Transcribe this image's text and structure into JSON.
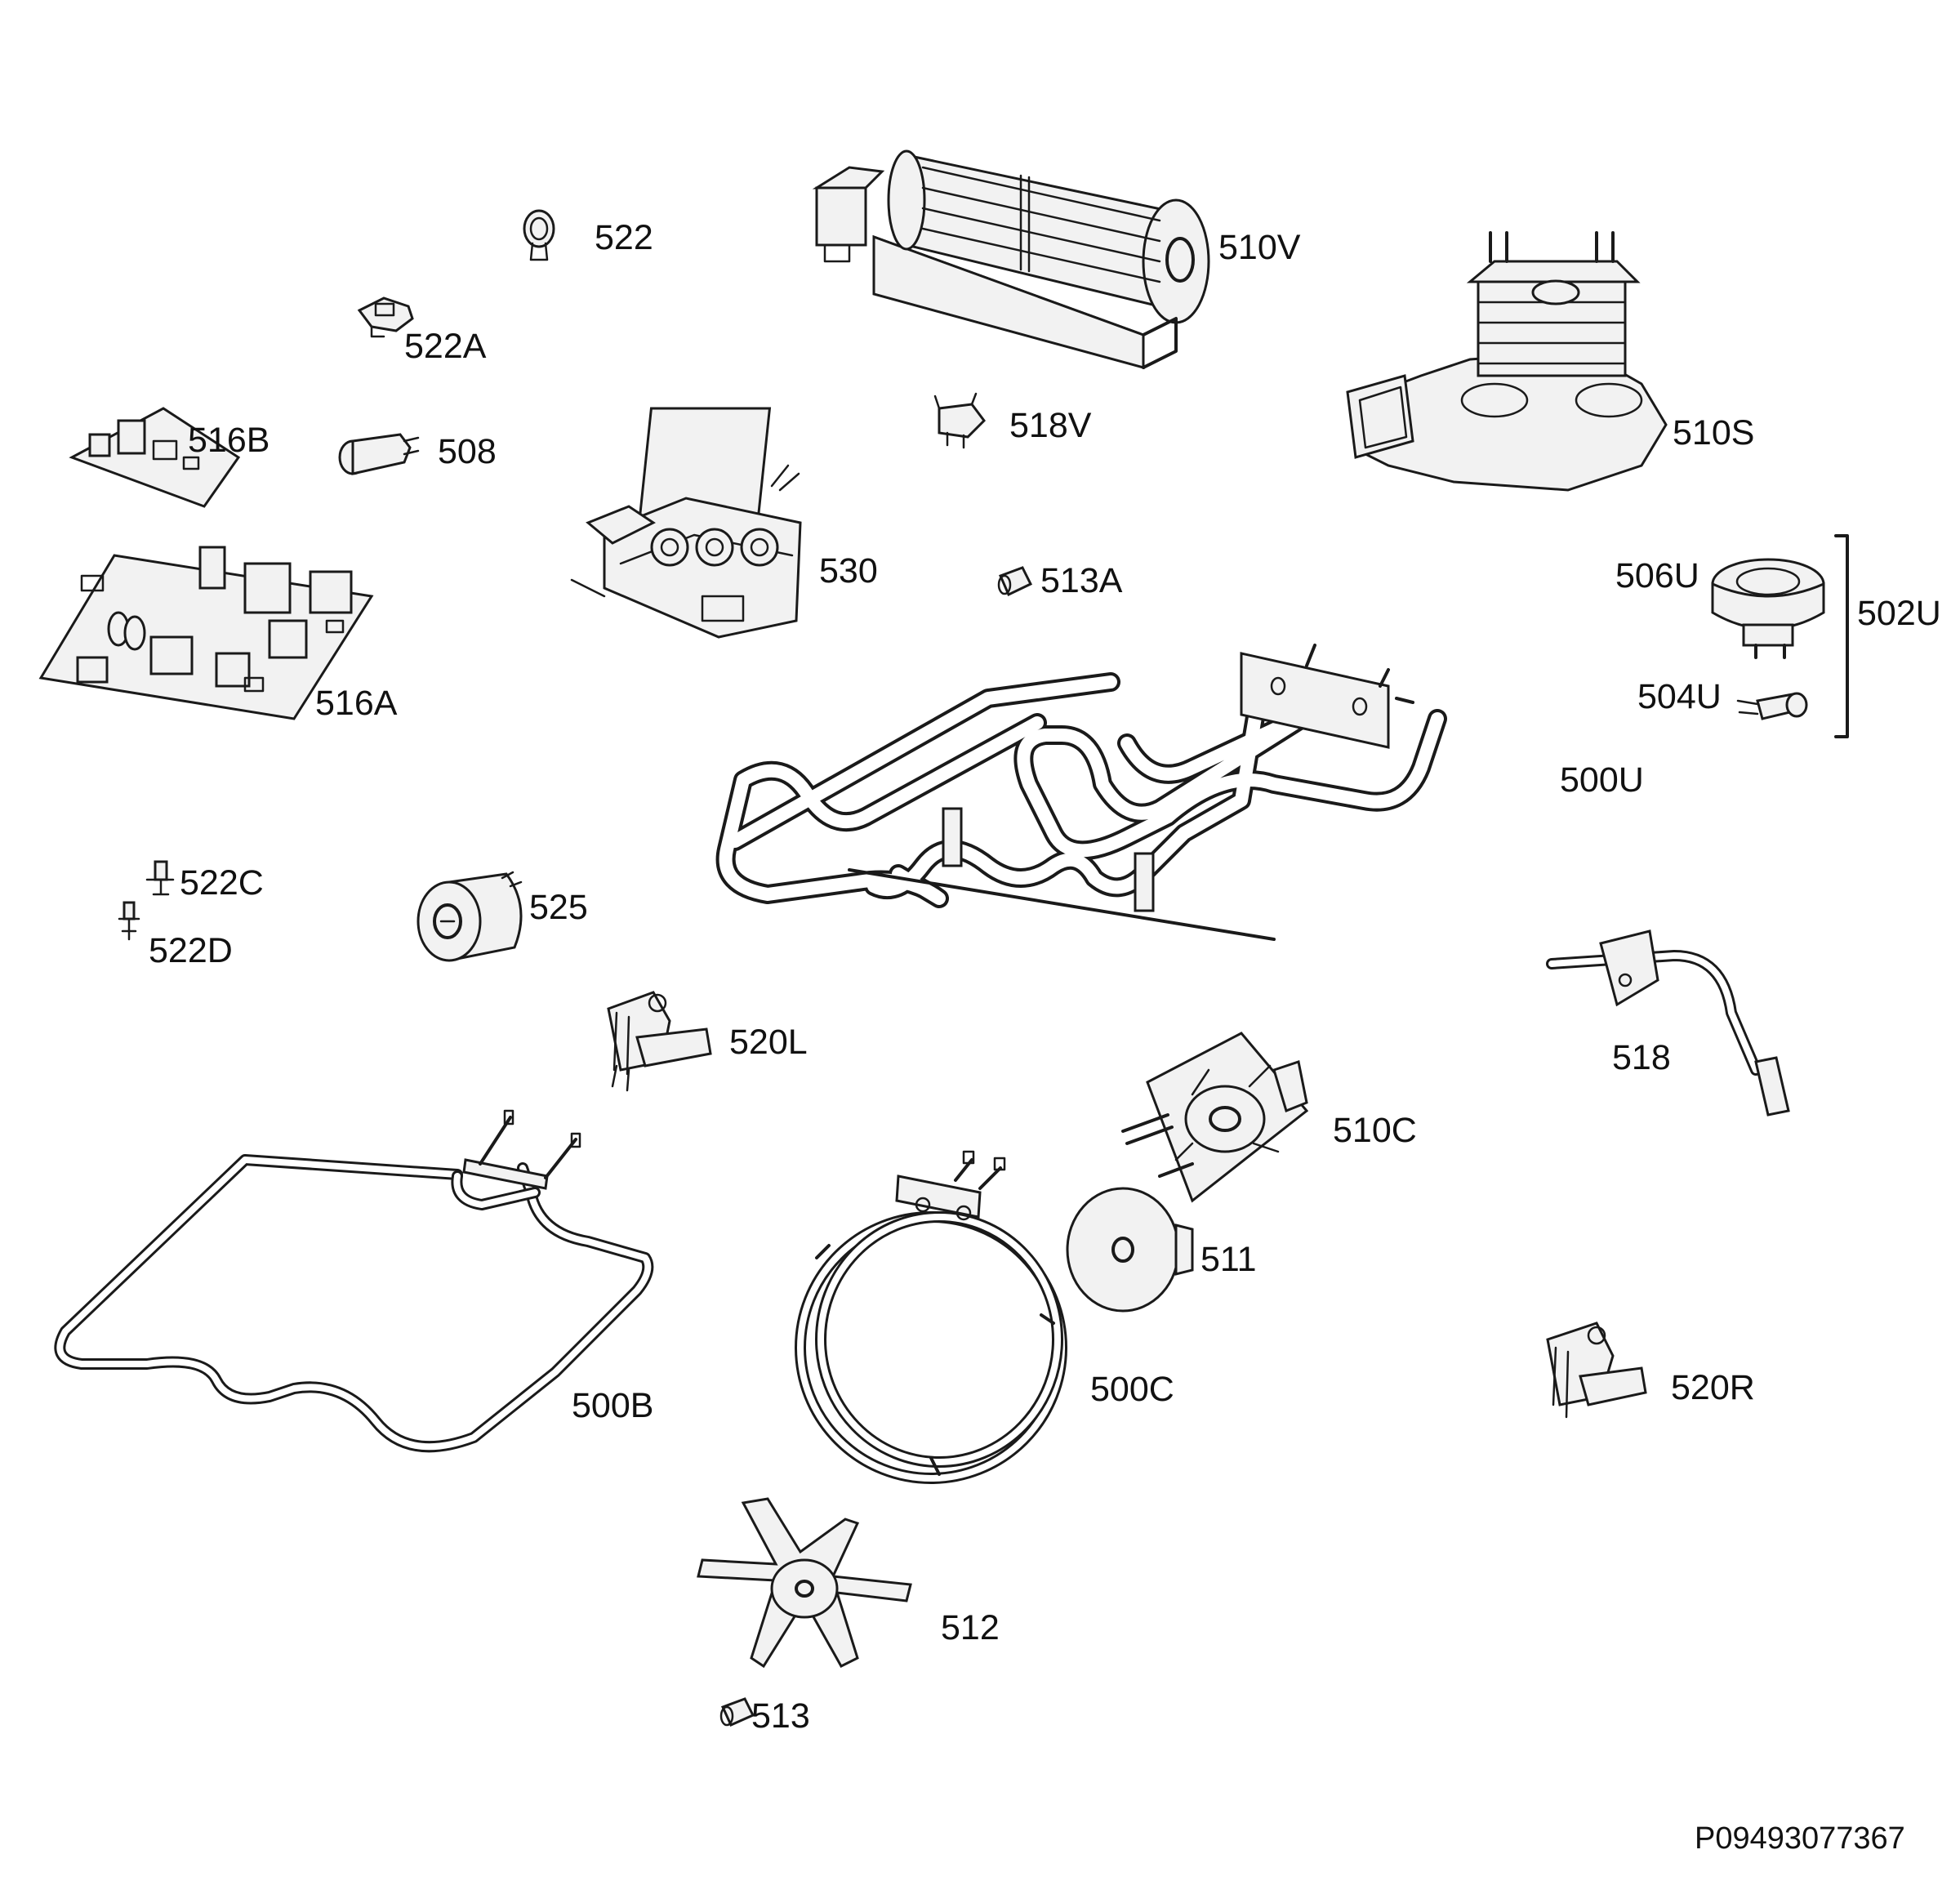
{
  "diagram": {
    "document_id": "P09493077367",
    "parts": [
      {
        "id": "522",
        "label": "522"
      },
      {
        "id": "522A",
        "label": "522A"
      },
      {
        "id": "516B",
        "label": "516B"
      },
      {
        "id": "508",
        "label": "508"
      },
      {
        "id": "510V",
        "label": "510V"
      },
      {
        "id": "518V",
        "label": "518V"
      },
      {
        "id": "510S",
        "label": "510S"
      },
      {
        "id": "530",
        "label": "530"
      },
      {
        "id": "513A",
        "label": "513A"
      },
      {
        "id": "516A",
        "label": "516A"
      },
      {
        "id": "506U",
        "label": "506U"
      },
      {
        "id": "502U",
        "label": "502U"
      },
      {
        "id": "504U",
        "label": "504U"
      },
      {
        "id": "500U",
        "label": "500U"
      },
      {
        "id": "522C",
        "label": "522C"
      },
      {
        "id": "522D",
        "label": "522D"
      },
      {
        "id": "525",
        "label": "525"
      },
      {
        "id": "520L",
        "label": "520L"
      },
      {
        "id": "518",
        "label": "518"
      },
      {
        "id": "510C",
        "label": "510C"
      },
      {
        "id": "511",
        "label": "511"
      },
      {
        "id": "500B",
        "label": "500B"
      },
      {
        "id": "500C",
        "label": "500C"
      },
      {
        "id": "520R",
        "label": "520R"
      },
      {
        "id": "512",
        "label": "512"
      },
      {
        "id": "513",
        "label": "513"
      }
    ]
  }
}
